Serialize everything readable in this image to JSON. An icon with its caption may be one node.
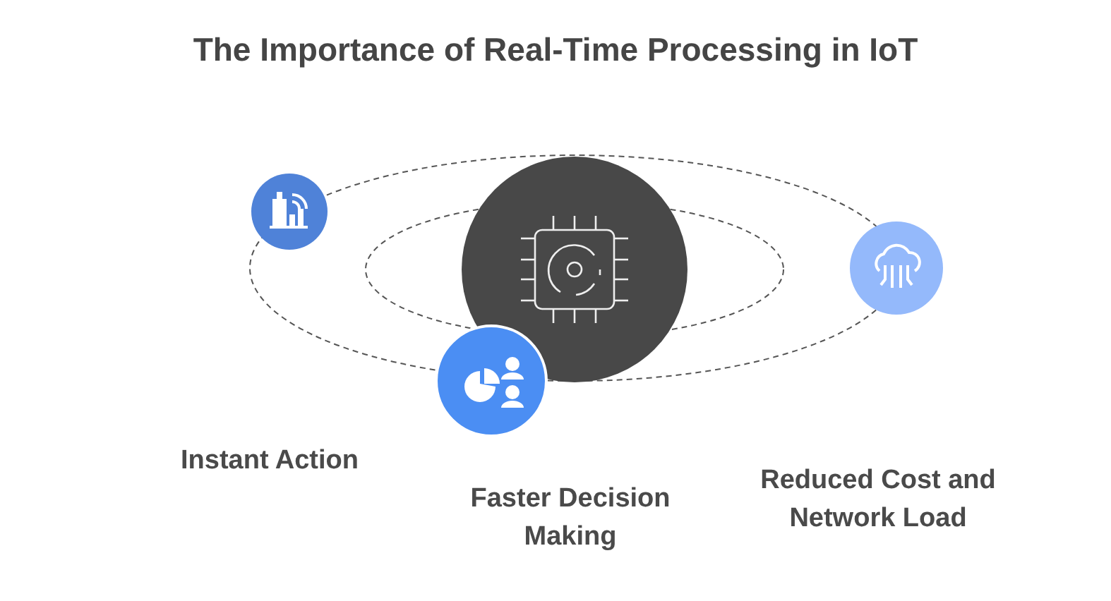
{
  "diagram": {
    "title": "The Importance of Real-Time Processing in IoT",
    "nodes": [
      {
        "text": [],
        "shape": "circle"
      },
      {
        "text": [],
        "shape": "circle"
      },
      {
        "text": [],
        "shape": "circle"
      },
      {
        "text": [],
        "shape": "circle"
      }
    ],
    "labels": [
      "Instant Action",
      "Faster Decision Making",
      "Reduced Cost and Network Load"
    ]
  }
}
